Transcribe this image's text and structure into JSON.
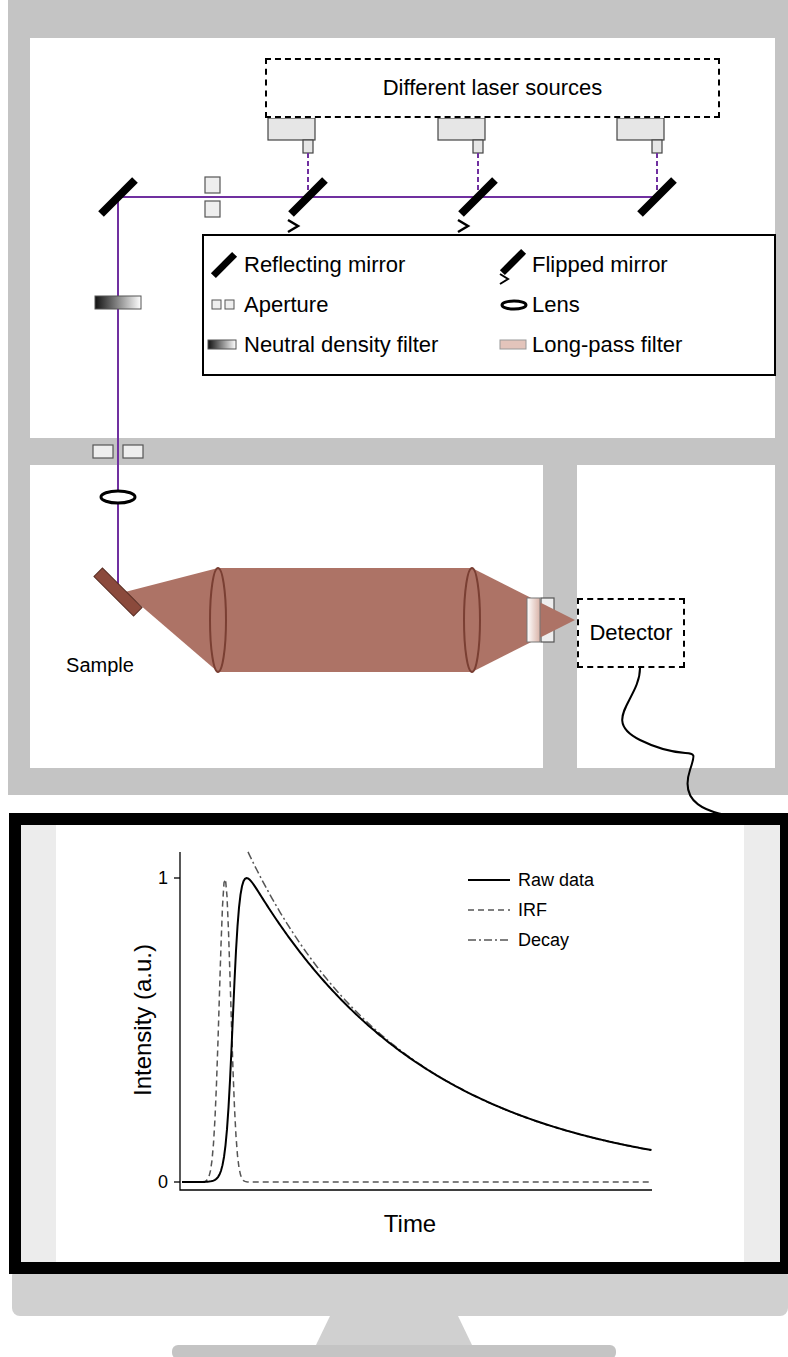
{
  "diagram": {
    "nodes": [
      {
        "text": [
          "Different laser sources"
        ]
      },
      {
        "text": [
          "Detector"
        ]
      }
    ],
    "labels": [
      "Sample",
      "1",
      "0",
      "Intensity (a.u.)",
      "Time"
    ],
    "legend": [
      {
        "text": "Reflecting mirror"
      },
      {
        "text": "Flipped mirror"
      },
      {
        "text": "Aperture"
      },
      {
        "text": "Lens"
      },
      {
        "text": "Neutral density filter"
      },
      {
        "text": "Long-pass filter"
      },
      {
        "text": "Raw data"
      },
      {
        "text": "IRF"
      },
      {
        "text": "Decay"
      }
    ]
  }
}
